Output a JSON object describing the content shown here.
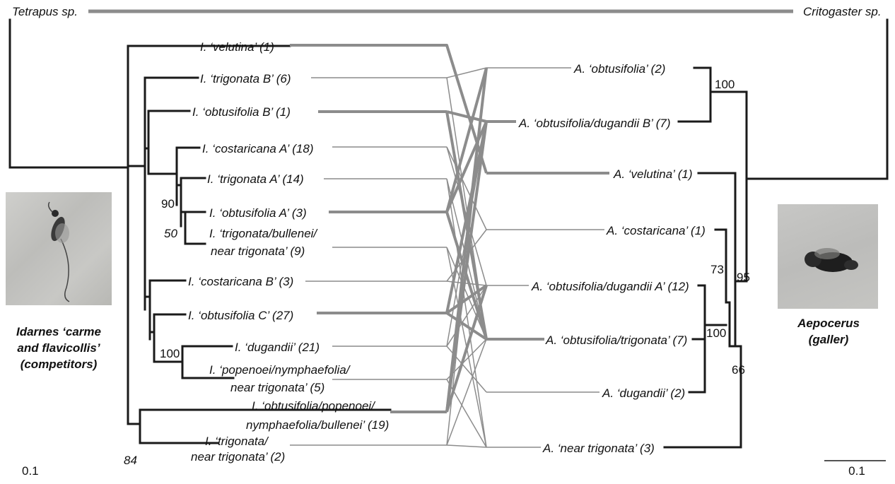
{
  "left_outgroup": "Tetrapus sp.",
  "right_outgroup": "Critogaster sp.",
  "idarnes_taxa": [
    "I. ‘velutina’ (1)",
    "I. ‘trigonata B’ (6)",
    "I. ‘obtusifolia B’ (1)",
    "I. ‘costaricana A’ (18)",
    "I. ‘trigonata A’ (14)",
    "I. ‘obtusifolia A’ (3)",
    [
      "I. ‘trigonata/bullenei/",
      "near trigonata’ (9)"
    ],
    "I. ‘costaricana B’ (3)",
    "I. ‘obtusifolia C’ (27)",
    "I. ‘dugandii’ (21)",
    [
      "I. ‘popenoei/nymphaefolia/",
      "near trigonata’ (5)"
    ],
    [
      "I. ‘obtusifolia/popenoei/",
      "nymphaefolia/bullenei’ (19)"
    ],
    [
      "I. ‘trigonata/",
      "near trigonata’ (2)"
    ]
  ],
  "aepocerus_taxa": [
    "A. ‘obtusifolia’ (2)",
    "A. ‘obtusifolia/dugandii B’ (7)",
    "A. ‘velutina’ (1)",
    "A. ‘costaricana’ (1)",
    "A. ‘obtusifolia/dugandii A’ (12)",
    "A. ‘obtusifolia/trigonata’ (7)",
    "A. ‘dugandii’ (2)",
    "A. ‘near trigonata’ (3)"
  ],
  "left_support": [
    "90",
    "50",
    "100",
    "84"
  ],
  "right_support": [
    "100",
    "73",
    "95",
    "100",
    "66"
  ],
  "left_photo_caption": [
    "Idarnes ‘carme",
    "and flavicollis’",
    "(competitors)"
  ],
  "right_photo_caption": [
    "Aepocerus",
    "(galler)"
  ],
  "left_scale": "0.1",
  "right_scale": "0.1",
  "colors": {
    "tree": "#1a1a1a",
    "link": "#8c8c8c",
    "outgroup_bar": "#8c8c8c"
  }
}
